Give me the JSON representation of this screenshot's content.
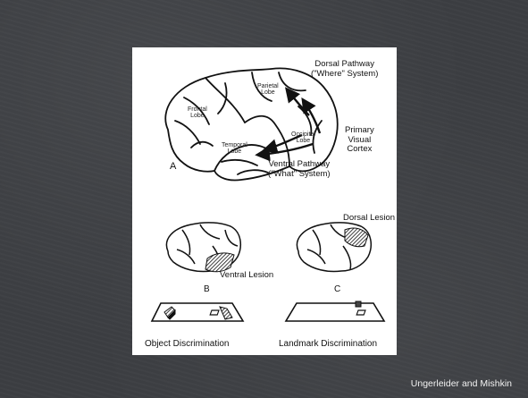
{
  "credit": "Ungerleider and Mishkin",
  "figure": {
    "panel_a": {
      "letter": "A",
      "lobes": {
        "frontal": [
          "Frontal",
          "Lobe"
        ],
        "parietal": [
          "Parietal",
          "Lobe"
        ],
        "temporal": [
          "Temporal",
          "Lobe"
        ],
        "occipital": [
          "Occipital",
          "Lobe"
        ]
      },
      "dorsal": [
        "Dorsal Pathway",
        "(\"Where\" System)"
      ],
      "ventral": [
        "Ventral Pathway",
        "(\"What\" System)"
      ],
      "visual_cortex": [
        "Primary",
        "Visual",
        "Cortex"
      ]
    },
    "panel_b": {
      "letter": "B",
      "lesion": "Ventral Lesion",
      "task": "Object Discrimination"
    },
    "panel_c": {
      "letter": "C",
      "lesion": "Dorsal Lesion",
      "task": "Landmark Discrimination"
    }
  }
}
